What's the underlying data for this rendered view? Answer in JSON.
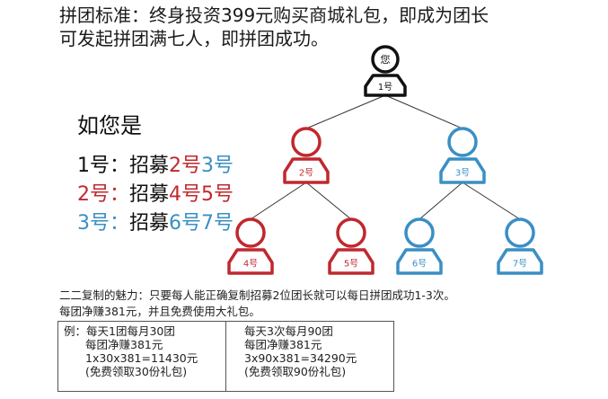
{
  "intro": {
    "line1": "拼团标准：终身投资399元购买商城礼包，即成为团长",
    "line2": "可发起拼团满七人，即拼团成功。"
  },
  "tree": {
    "root_avatar_text": "您",
    "nodes": [
      {
        "id": "1",
        "label": "1号",
        "color": "#111111"
      },
      {
        "id": "2",
        "label": "2号",
        "color": "#c0282e"
      },
      {
        "id": "3",
        "label": "3号",
        "color": "#3a8fc4"
      },
      {
        "id": "4",
        "label": "4号",
        "color": "#c0282e"
      },
      {
        "id": "5",
        "label": "5号",
        "color": "#c0282e"
      },
      {
        "id": "6",
        "label": "6号",
        "color": "#3a8fc4"
      },
      {
        "id": "7",
        "label": "7号",
        "color": "#3a8fc4"
      }
    ],
    "edges": [
      [
        "1",
        "2"
      ],
      [
        "1",
        "3"
      ],
      [
        "2",
        "4"
      ],
      [
        "2",
        "5"
      ],
      [
        "3",
        "6"
      ],
      [
        "3",
        "7"
      ]
    ]
  },
  "legend": {
    "title": "如您是",
    "lines": [
      {
        "prefix": "1号：",
        "verb": "招募",
        "a": "2号",
        "b": "3号"
      },
      {
        "prefix": "2号：",
        "verb": "招募",
        "a": "4号",
        "b": "5号"
      },
      {
        "prefix": "3号：",
        "verb": "招募",
        "a": "6号",
        "b": "7号"
      }
    ]
  },
  "notes": {
    "line1": "二二复制的魅力：只要每人能正确复制招募2位团长就可以每日拼团成功1-3次。",
    "line2": "每团净赚381元，并且免费使用大礼包。"
  },
  "examples": {
    "left": {
      "l1": "例：每天1团每月30团",
      "l2": "每团净赚381元",
      "l3": "1x30x381=11430元",
      "l4": "(免费领取30份礼包)"
    },
    "right": {
      "l1": "每天3次每月90团",
      "l2": "每团净赚381元",
      "l3": "3x90x381=34290元",
      "l4": "(免费领取90份礼包)"
    }
  },
  "colors": {
    "black": "#111111",
    "red": "#c0282e",
    "blue": "#3a8fc4"
  }
}
